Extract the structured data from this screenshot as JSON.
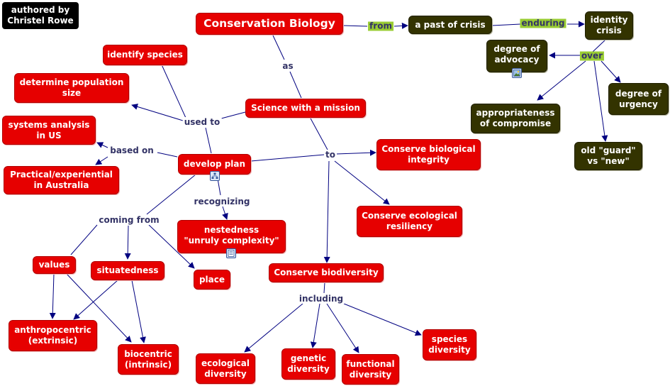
{
  "credit": "authored by\nChristel Rowe",
  "nodes": {
    "conservation_biology": "Conservation Biology",
    "past_of_crisis": "a past of crisis",
    "identity_crisis": "identity\ncrisis",
    "degree_of_advocacy": "degree of\nadvocacy",
    "degree_of_urgency": "degree of\nurgency",
    "appropriateness_of_compromise": "appropriateness\nof compromise",
    "old_guard_vs_new": "old \"guard\"\nvs \"new\"",
    "identify_species": "identify species",
    "determine_population_size": "determine population\nsize",
    "systems_analysis_us": "systems analysis\nin US",
    "practical_australia": "Practical/experiential\nin Australia",
    "science_with_mission": "Science with a mission",
    "develop_plan": "develop plan",
    "conserve_biological_integrity": "Conserve biological\nintegrity",
    "conserve_ecological_resiliency": "Conserve ecological\nresiliency",
    "nestedness": "nestedness\n\"unruly complexity\"",
    "values": "values",
    "situatedness": "situatedness",
    "place": "place",
    "conserve_biodiversity": "Conserve biodiversity",
    "anthropocentric": "anthropocentric\n(extrinsic)",
    "biocentric": "biocentric\n(intrinsic)",
    "ecological_diversity": "ecological\ndiversity",
    "genetic_diversity": "genetic\ndiversity",
    "functional_diversity": "functional\ndiversity",
    "species_diversity": "species\ndiversity"
  },
  "links": {
    "from": "from",
    "enduring": "enduring",
    "over": "over",
    "as": "as",
    "used_to": "used to",
    "based_on": "based on",
    "to": "to",
    "recognizing": "recognizing",
    "coming_from": "coming from",
    "including": "including"
  },
  "colors": {
    "concept_red": "#e60000",
    "concept_dark": "#333300",
    "link_label": "#333366",
    "link_highlight": "#99cc33",
    "line": "#000080"
  },
  "icons": [
    "concept-map-icon",
    "image-icon",
    "document-icon"
  ]
}
